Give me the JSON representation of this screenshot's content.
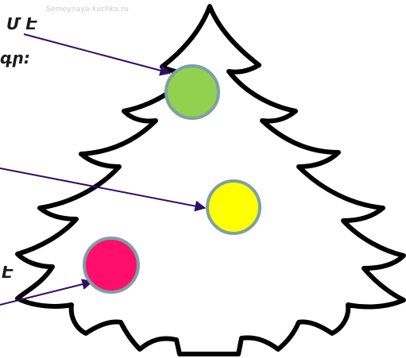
{
  "watermark": "Semeynaya-kuchka.ru",
  "text_fragments": {
    "line1": "Մ Է",
    "line2": "գր:",
    "line3": "Է"
  },
  "ornaments": [
    {
      "name": "green-ornament",
      "color": "#92d050",
      "border": "#7f9fa6"
    },
    {
      "name": "yellow-ornament",
      "color": "#ffff00",
      "border": "#7f9fa6"
    },
    {
      "name": "pink-ornament",
      "color": "#ff0f6b",
      "border": "#7f9fa6"
    }
  ],
  "arrow_color": "#2e0f6b",
  "tree_outline_color": "#000000"
}
